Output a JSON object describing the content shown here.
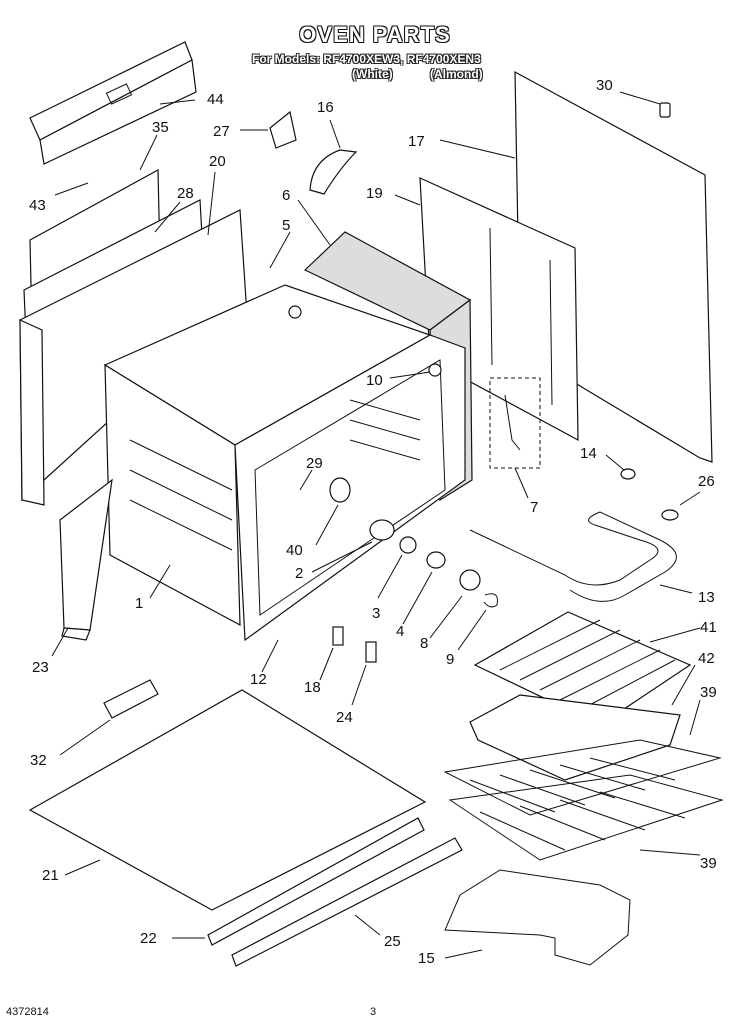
{
  "header": {
    "title": "OVEN PARTS",
    "models_line": "For Models: RF4700XEW3, RF4700XEN3",
    "colors_line_white": "(White)",
    "colors_line_almond": "(Almond)"
  },
  "footer": {
    "doc_number": "4372814",
    "page_number": "3"
  },
  "labels": {
    "p44": "44",
    "p35": "35",
    "p27": "27",
    "p16": "16",
    "p17": "17",
    "p30": "30",
    "p43": "43",
    "p20": "20",
    "p28": "28",
    "p6": "6",
    "p19": "19",
    "p5": "5",
    "p10": "10",
    "p29": "29",
    "p14": "14",
    "p26": "26",
    "p7": "7",
    "p40": "40",
    "p2": "2",
    "p1": "1",
    "p13": "13",
    "p41": "41",
    "p3": "3",
    "p4": "4",
    "p8": "8",
    "p9": "9",
    "p42": "42",
    "p23": "23",
    "p12": "12",
    "p18": "18",
    "p24": "24",
    "p39a": "39",
    "p32": "32",
    "p21": "21",
    "p39b": "39",
    "p22": "22",
    "p25": "25",
    "p15": "15"
  }
}
